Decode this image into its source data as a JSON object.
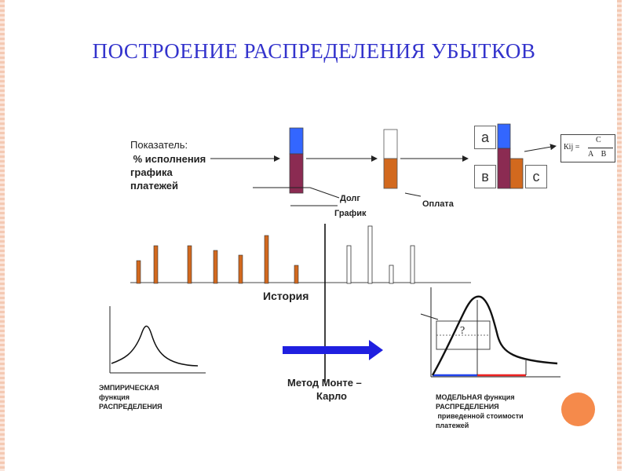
{
  "title": "ПОСТРОЕНИЕ РАСПРЕДЕЛЕНИЯ УБЫТКОВ",
  "indicator": {
    "label": "Показатель:",
    "value_line1": " % исполнения",
    "value_line2": "графика",
    "value_line3": "платежей"
  },
  "labels": {
    "debt": "Долг",
    "schedule": "График",
    "payment": "Оплата",
    "history": "История",
    "monte_carlo_line1": "Метод Монте –",
    "monte_carlo_line2": "Карло",
    "empirical_line1": "ЭМПИРИЧЕСКАЯ",
    "empirical_line2": "функция",
    "empirical_line3": "РАСПРЕДЕЛЕНИЯ",
    "model_line1": "МОДЕЛЬНАЯ функция",
    "model_line2": "РАСПРЕДЕЛЕНИЯ",
    "model_line3": " приведенной стоимости",
    "model_line4": "платежей",
    "question": "?"
  },
  "boxes": {
    "a": "а",
    "b": "в",
    "c": "с"
  },
  "formula": {
    "lhs": "Кij =",
    "numerator": "C",
    "denominator": "A    B"
  },
  "colors": {
    "title": "#3333cc",
    "blue": "#3366ff",
    "maroon": "#8b2b52",
    "orange": "#d2691e",
    "accent_circle": "#f58a4b",
    "arrow": "#1f1fe0"
  }
}
